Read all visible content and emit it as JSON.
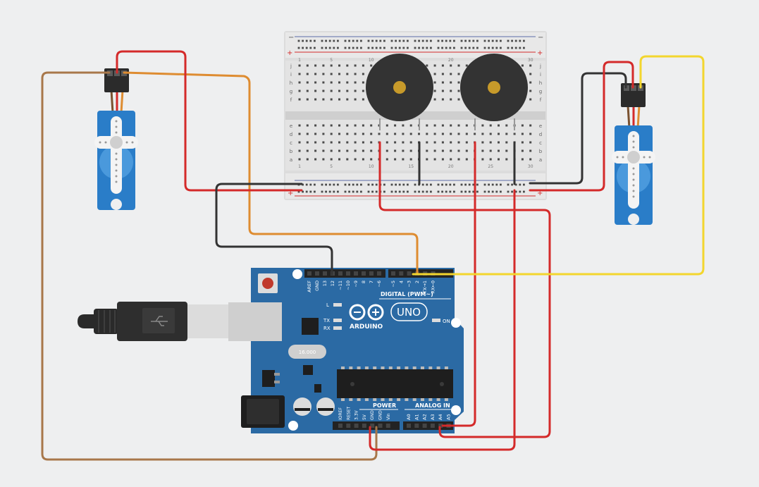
{
  "canvas": {
    "background": "#eeeff0"
  },
  "colors": {
    "wire_red": "#d42a2a",
    "wire_black": "#333333",
    "wire_yellow": "#f3d62e",
    "wire_orange": "#de8c31",
    "wire_brown": "#a8774a",
    "board_blue": "#2b6aa4",
    "servo_blue": "#2a7dc8",
    "buzzer_body": "#333333",
    "buzzer_center": "#c79a2a"
  },
  "breadboard": {
    "rail_minus": "−",
    "rail_plus": "+",
    "rows_top": [
      "j",
      "i",
      "h",
      "g",
      "f"
    ],
    "rows_bottom": [
      "e",
      "d",
      "c",
      "b",
      "a"
    ],
    "column_numbers": [
      "1",
      "5",
      "10",
      "15",
      "20",
      "25",
      "30"
    ]
  },
  "arduino": {
    "brand": "ARDUINO",
    "model": "UNO",
    "digital_label": "DIGITAL (PWM~)",
    "power_label": "POWER",
    "analog_label": "ANALOG IN",
    "on_label": "ON",
    "led_l": "L",
    "led_tx": "TX",
    "led_rx": "RX",
    "crystal": "16.000",
    "top_pins": [
      "AREF",
      "GND",
      "13",
      "12",
      "~11",
      "~10",
      "~9",
      "8",
      "7",
      "~6",
      "~5",
      "4",
      "~3",
      "2",
      "TX→1",
      "RX←0"
    ],
    "power_pins": [
      "IOREF",
      "RESET",
      "3.3V",
      "5V",
      "GND",
      "GND",
      "Vin"
    ],
    "analog_pins": [
      "A0",
      "A1",
      "A2",
      "A3",
      "A4",
      "A5"
    ]
  }
}
